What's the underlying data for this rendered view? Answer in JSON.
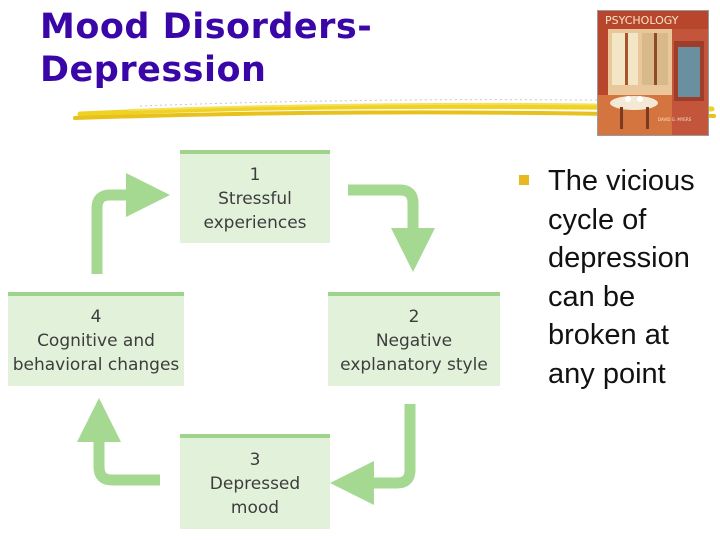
{
  "slide": {
    "title_lines": [
      "Mood Disorders-",
      "Depression"
    ],
    "bullets": [
      "The vicious cycle of depression can be broken at any point"
    ]
  },
  "book_cover": {
    "title": "PSYCHOLOGY",
    "author": "DAVID G. MYERS"
  },
  "cycle": {
    "steps": [
      {
        "number": "1",
        "lines": [
          "Stressful",
          "experiences"
        ]
      },
      {
        "number": "2",
        "lines": [
          "Negative",
          "explanatory style"
        ]
      },
      {
        "number": "3",
        "lines": [
          "Depressed",
          "mood"
        ]
      },
      {
        "number": "4",
        "lines": [
          "Cognitive and",
          "behavioral changes"
        ]
      }
    ]
  },
  "colors": {
    "title": "#3a06a8",
    "box_fill": "#e2f1da",
    "box_border": "#9fd38c",
    "arrow": "#a5d890",
    "bullet_marker": "#e8b81e",
    "underline": "#f0d224"
  }
}
